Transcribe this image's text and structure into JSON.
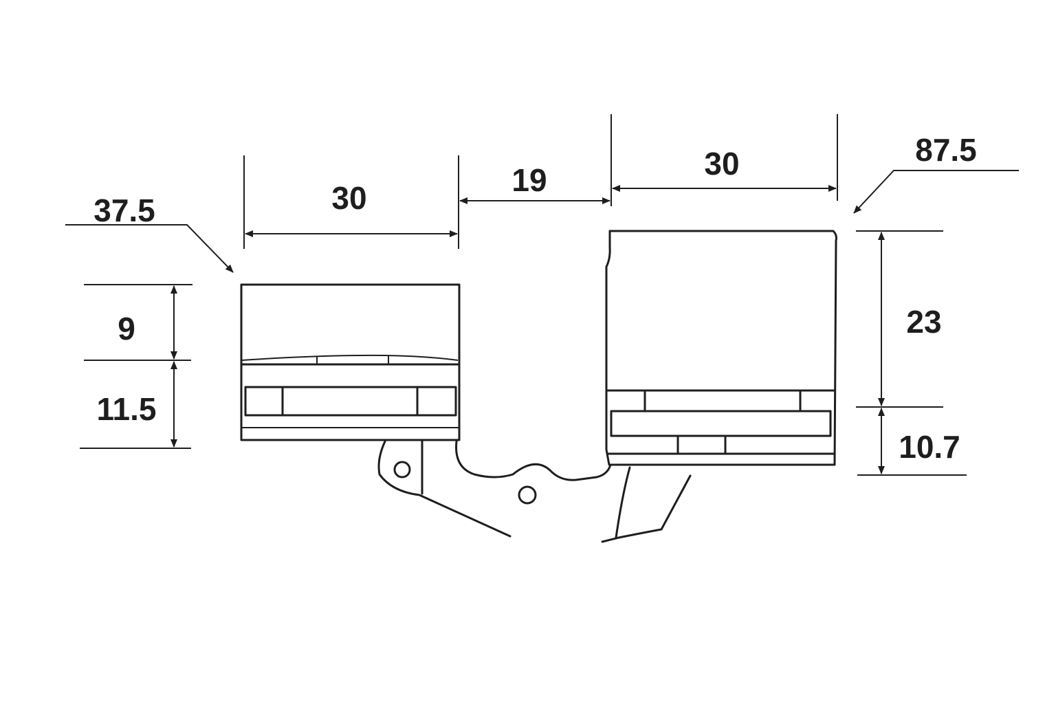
{
  "dimensions": {
    "left_offset": "37.5",
    "left_width": "30",
    "gap": "19",
    "right_width": "30",
    "right_offset": "87.5",
    "left_upper_height": "9",
    "left_lower_height": "11.5",
    "right_upper_height": "23",
    "right_lower_height": "10.7"
  },
  "colors": {
    "line": "#1e1e1e",
    "background": "#ffffff"
  }
}
